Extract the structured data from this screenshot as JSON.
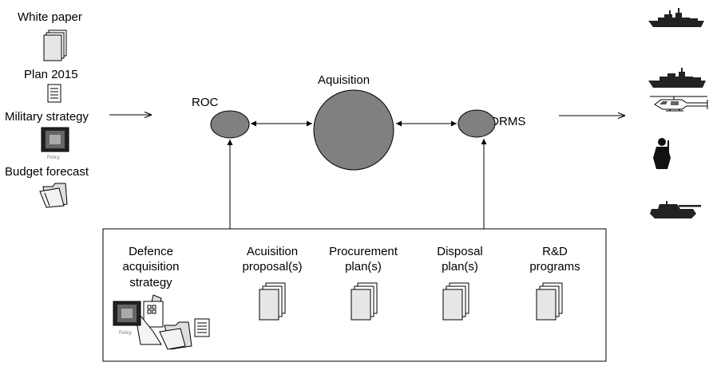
{
  "inputs": {
    "white_paper": "White paper",
    "plan_2015": "Plan 2015",
    "military_strategy": "Military strategy",
    "budget_forecast": "Budget forecast",
    "policy_caption": "Policy"
  },
  "nodes": {
    "roc": "ROC",
    "acquisition": "Aquisition",
    "idrms": "IDRMS"
  },
  "box": {
    "strategy_line1": "Defence",
    "strategy_line2": "acquisition",
    "strategy_line3": "strategy",
    "strategy_policy_caption": "Policy",
    "proposal_line1": "Acuisition",
    "proposal_line2": "proposal(s)",
    "procurement_line1": "Procurement",
    "procurement_line2": "plan(s)",
    "disposal_line1": "Disposal",
    "disposal_line2": "plan(s)",
    "rd_line1": "R&D",
    "rd_line2": "programs"
  },
  "outputs": {
    "icons": [
      "warship-icon",
      "warship-icon",
      "helicopter-icon",
      "soldier-icon",
      "tank-icon"
    ]
  },
  "colors": {
    "node_fill": "#808080",
    "doc_fill": "#e6e6e6"
  }
}
